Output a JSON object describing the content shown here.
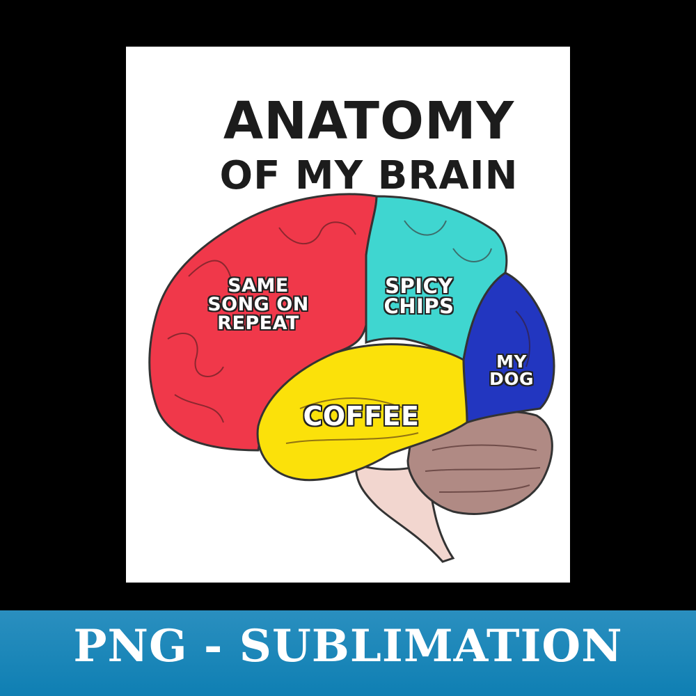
{
  "poster": {
    "title_line_1": "ANATOMY",
    "title_line_2": "OF MY BRAIN"
  },
  "lobes": {
    "frontal": {
      "label": "SAME\nSONG ON\nREPEAT",
      "color": "#f0384a"
    },
    "parietal": {
      "label": "SPICY\nCHIPS",
      "color": "#3fd6d0"
    },
    "occipital": {
      "label": "MY\nDOG",
      "color": "#2236c0"
    },
    "temporal": {
      "label": "COFFEE",
      "color": "#fbe10a"
    },
    "cerebellum": {
      "color": "#b08a84"
    },
    "brainstem": {
      "color": "#f2d6cf"
    }
  },
  "banner": {
    "text": "PNG - SUBLIMATION",
    "color": "#1a86b8"
  }
}
